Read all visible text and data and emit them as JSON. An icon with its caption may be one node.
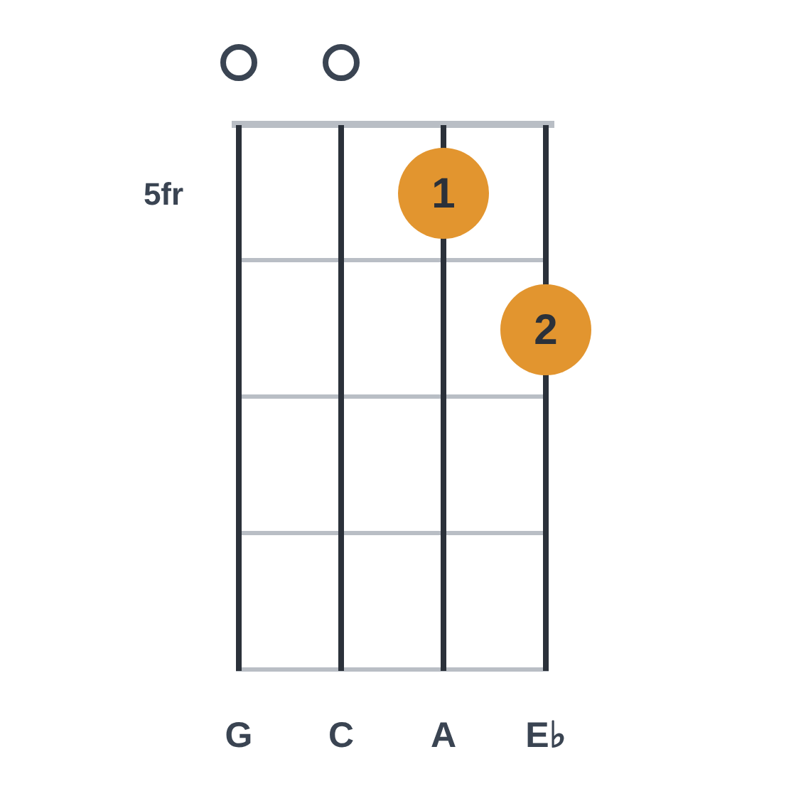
{
  "diagram": {
    "nodes": [
      {
        "text": [],
        "shape": "circle"
      },
      {
        "text": [],
        "shape": "circle"
      },
      {
        "text": [
          "1"
        ]
      },
      {
        "text": [
          "2"
        ]
      }
    ],
    "labels": [
      "5fr",
      "G",
      "C",
      "A",
      "E♭"
    ]
  }
}
